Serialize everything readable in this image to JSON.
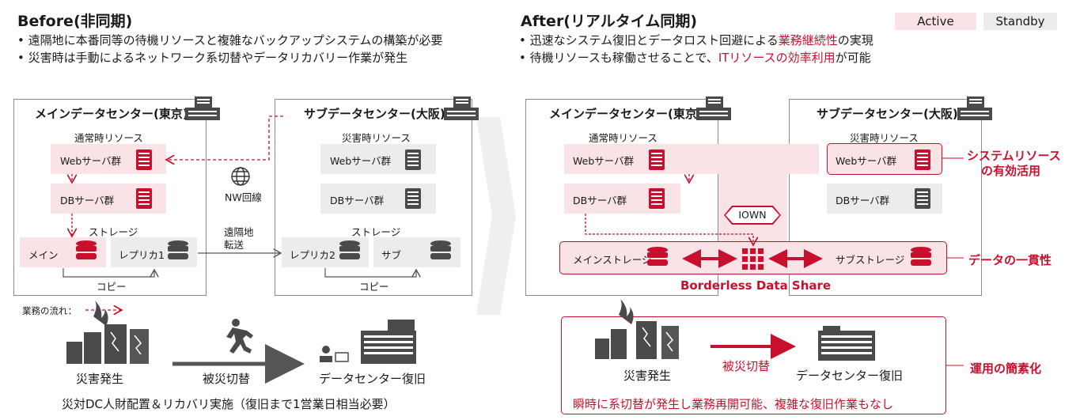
{
  "legend": {
    "active": "Active",
    "standby": "Standby"
  },
  "before": {
    "title": "Before(非同期)",
    "bullets": [
      "• 遠隔地に本番同等の待機リソースと複雑なバックアップシステムの構築が必要",
      "• 災害時は手動によるネットワーク系切替やデータリカバリー作業が発生"
    ],
    "main_dc": {
      "title": "メインデータセンター(東京)",
      "resource_label": "通常時リソース",
      "web": "Webサーバ群",
      "db": "DBサーバ群",
      "storage_label": "ストレージ",
      "main": "メイン",
      "replica": "レプリカ1",
      "copy": "コピー"
    },
    "sub_dc": {
      "title": "サブデータセンター(大阪)",
      "resource_label": "災害時リソース",
      "web": "Webサーバ群",
      "db": "DBサーバ群",
      "storage_label": "ストレージ",
      "replica": "レプリカ2",
      "sub": "サブ",
      "copy": "コピー"
    },
    "nw": "NW回線",
    "remote_transfer_1": "遠隔地",
    "remote_transfer_2": "転送",
    "flow_legend": "業務の流れ：",
    "disaster": "災害発生",
    "switch": "被災切替",
    "recovery": "データセンター復旧",
    "footer": "災対DC人財配置＆リカバリ実施（復旧まで1営業日相当必要）"
  },
  "after": {
    "title": "After(リアルタイム同期)",
    "bullet1": {
      "pre": "• 迅速なシステム復旧とデータロスト回避による",
      "hl": "業務継続性",
      "post": "の実現"
    },
    "bullet2": {
      "pre": "• 待機リソースも稼働させることで、",
      "hl": "ITリソースの効率利用",
      "post": "が可能"
    },
    "main_dc": {
      "title": "メインデータセンター(東京)",
      "resource_label": "通常時リソース",
      "web": "Webサーバ群",
      "db": "DBサーバ群"
    },
    "sub_dc": {
      "title": "サブデータセンター(大阪)",
      "resource_label": "災害時リソース",
      "web": "Webサーバ群",
      "db": "DBサーバ群"
    },
    "iown": "IOWN",
    "main_storage": "メインストレージ",
    "sub_storage": "サブストレージ",
    "bds": "Borderless Data Share",
    "callout_system_1": "システムリソース",
    "callout_system_2": "の有効活用",
    "callout_data": "データの一貫性",
    "callout_ops": "運用の簡素化",
    "disaster": "災害発生",
    "switch": "被災切替",
    "recovery": "データセンター復旧",
    "footer": "瞬時に系切替が発生し業務再開可能、複雑な復旧作業もなし"
  },
  "colors": {
    "accent": "#c8102e",
    "pink": "#fae3e6",
    "gray": "#ececec",
    "dark": "#4a4a4a"
  }
}
